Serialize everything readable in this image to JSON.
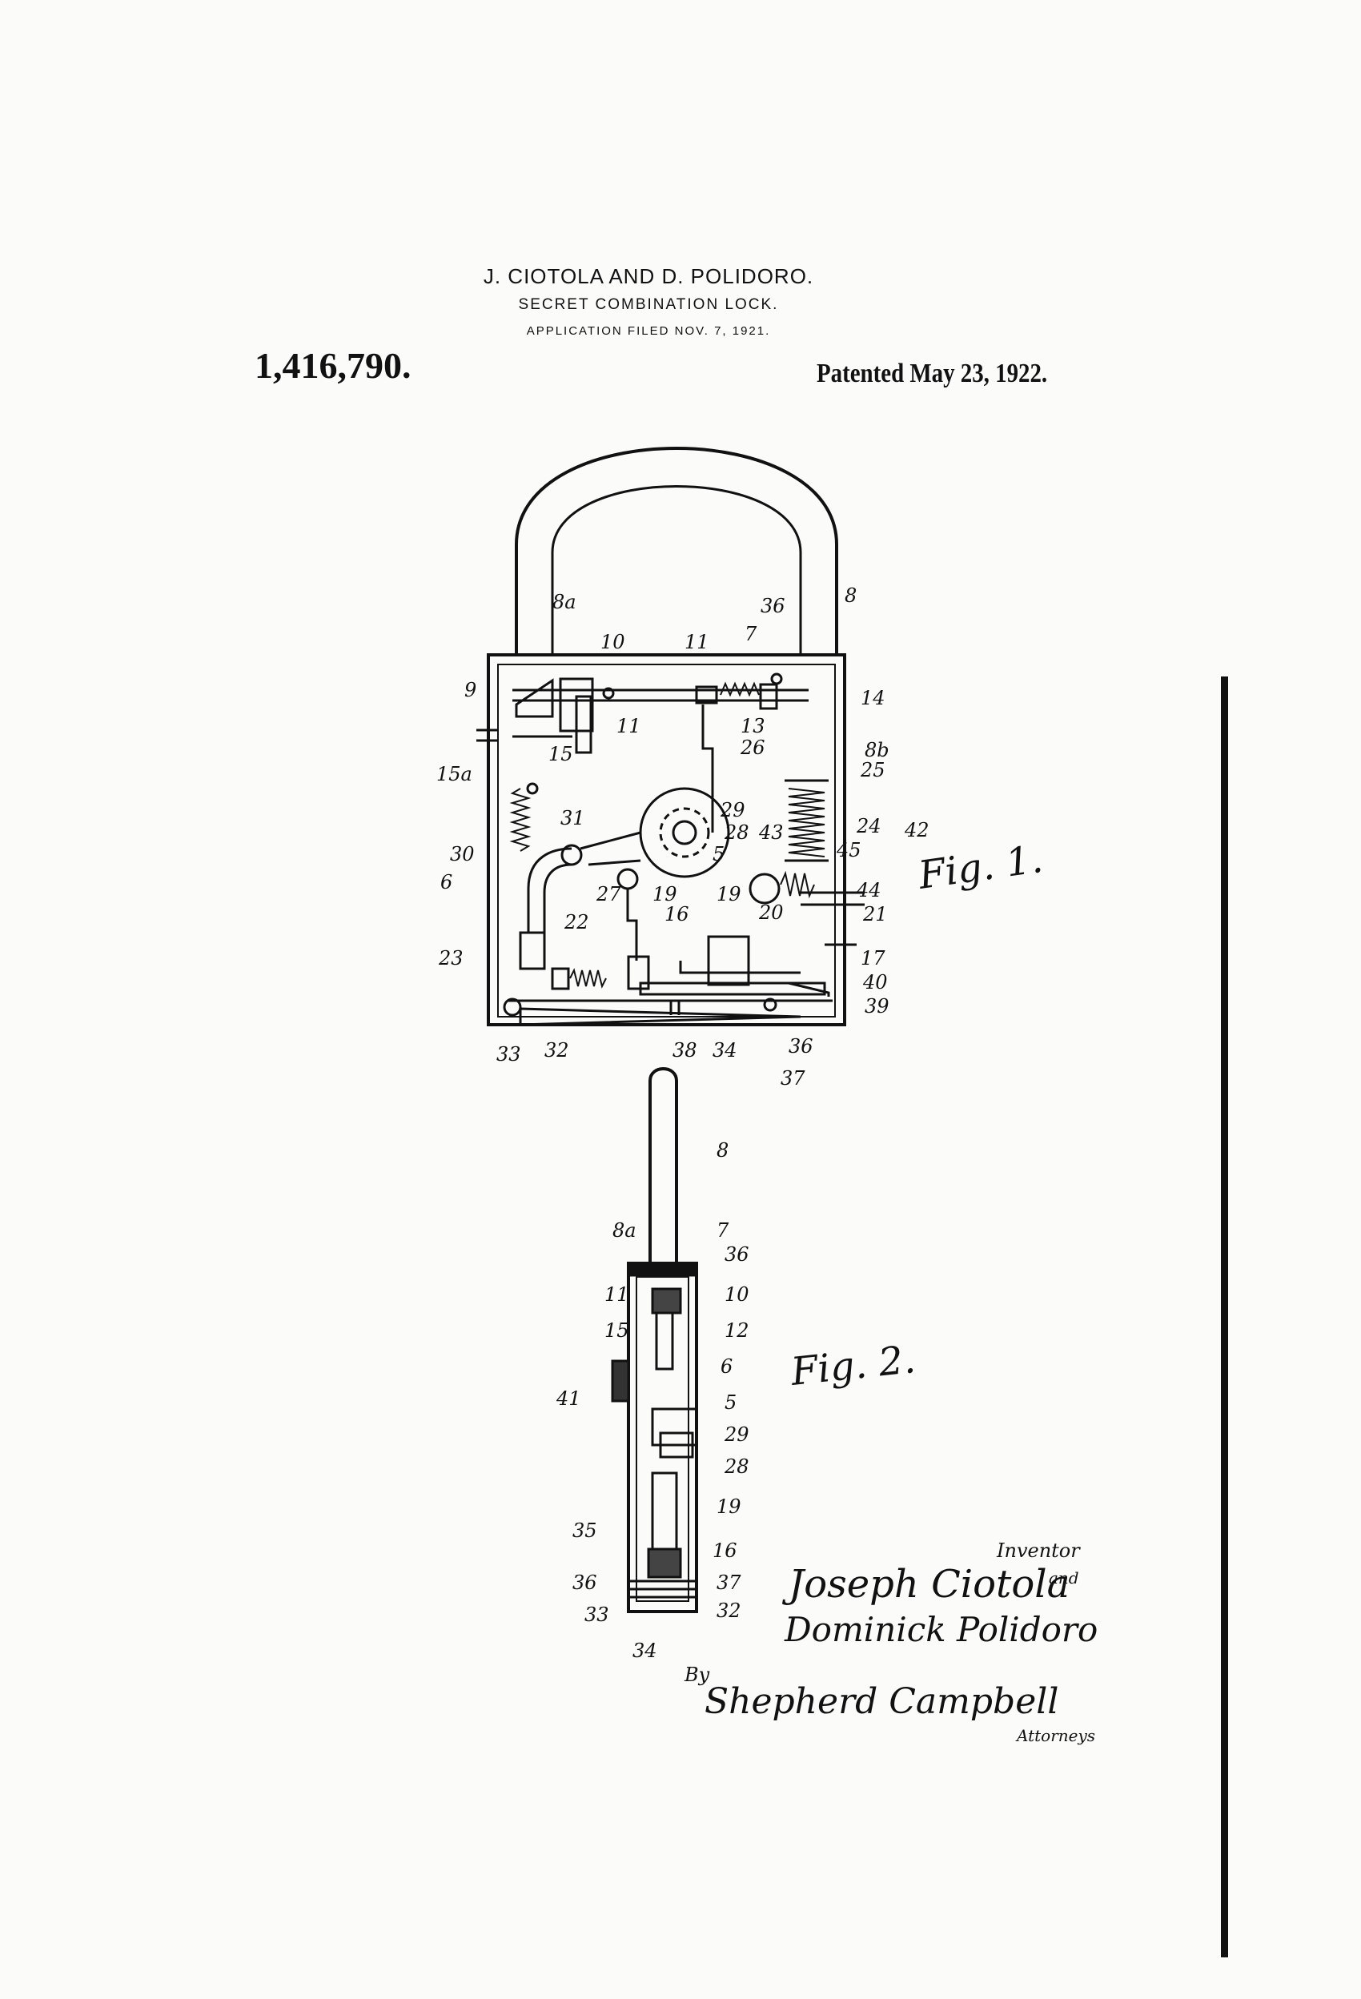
{
  "header": {
    "inventors": "J. CIOTOLA AND D. POLIDORO.",
    "title": "SECRET COMBINATION LOCK.",
    "filed": "APPLICATION FILED NOV. 7, 1921.",
    "patent_number": "1,416,790.",
    "patented": "Patented May 23, 1922."
  },
  "figures": {
    "fig1": "Fig. 1.",
    "fig2": "Fig. 2."
  },
  "fig1_labels": [
    "8a",
    "36",
    "8",
    "7",
    "10",
    "11",
    "9",
    "14",
    "15a",
    "15",
    "11",
    "13",
    "26",
    "8b",
    "25",
    "31",
    "29",
    "28",
    "43",
    "24",
    "42",
    "30",
    "5",
    "45",
    "6",
    "44",
    "27",
    "19",
    "16",
    "19",
    "20",
    "21",
    "22",
    "23",
    "17",
    "40",
    "39",
    "33",
    "32",
    "38",
    "34",
    "36",
    "37"
  ],
  "fig2_labels": [
    "8",
    "8a",
    "7",
    "36",
    "11",
    "10",
    "15",
    "12",
    "6",
    "41",
    "5",
    "29",
    "28",
    "19",
    "35",
    "16",
    "36",
    "37",
    "33",
    "32",
    "34"
  ],
  "signature": {
    "inventor_label": "Inventor",
    "inventor_1": "Joseph Ciotola",
    "and_word": "and",
    "inventor_2": "Dominick Polidoro",
    "by": "By",
    "attorney": "Shepherd Campbell",
    "attorneys_label": "Attorneys"
  }
}
